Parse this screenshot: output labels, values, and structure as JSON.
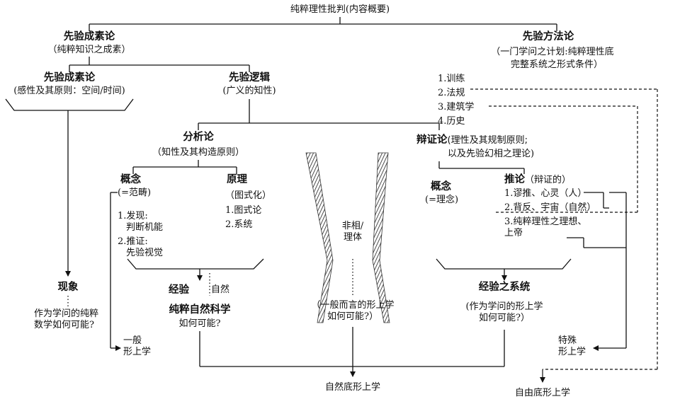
{
  "diagram": {
    "title": "纯粹理性批判(内容概要)",
    "elements": {
      "title": "先验成素论",
      "subtitle": "（纯粹知识之成素）",
      "aesthetic": {
        "title": "先验成素论",
        "subtitle": "(感性及其原则：空间/时间)"
      },
      "logic": {
        "title": "先验逻辑",
        "subtitle": "(广义的知性)"
      },
      "analytic": {
        "title": "分析论",
        "subtitle": "（知性及其构造原则）",
        "concepts": {
          "title": "概念",
          "subtitle": "(=范畴)",
          "items": [
            "1.发现:",
            "判断机能",
            "2.推证:",
            "先验视觉"
          ]
        },
        "principles": {
          "title": "原理",
          "subtitle": "（图式化）",
          "items": [
            "1.图式论",
            "2.系统"
          ]
        }
      },
      "dialectic": {
        "title": "辩证论",
        "subtitle_1": "(理性及其规制原则;",
        "subtitle_2": "以及先验幻相之理论)",
        "concepts": {
          "title": "概念",
          "subtitle": "(=理念)"
        },
        "inferences": {
          "title": "推论",
          "subtitle": "（辩证的）",
          "items": [
            "1.谬推、心灵（人）",
            "2.背反、宇宙（自然）",
            "3.纯粹理性之理想、",
            "上帝"
          ]
        }
      }
    },
    "method": {
      "title": "先验方法论",
      "subtitle_1": "（一门学问之计划:纯粹理性底",
      "subtitle_2": "完整系统之形式条件）",
      "items": [
        "1.训练",
        "2.法规",
        "3.建筑学",
        "4.历史"
      ]
    },
    "center": {
      "label_1": "非相/",
      "label_2": "理体"
    },
    "outcomes": {
      "phenomena": "现象",
      "math_q_1": "作为学问的纯粹",
      "math_q_2": "数学如何可能?",
      "general_1": "一般",
      "general_2": "形上学",
      "experience": "经验",
      "nature": "自然",
      "science_q_1": "纯粹自然科学",
      "science_q_2": "如何可能?",
      "meta_q_1": "（一般而言的形上学",
      "meta_q_2": "如何可能?）",
      "system": "经验之系统",
      "meta_sci_q_1": "(作为学问的形上学",
      "meta_sci_q_2": "如何可能?）",
      "special_1": "特殊",
      "special_2": "形上学",
      "nature_meta": "自然底形上学",
      "freedom_meta": "自由底形上学"
    }
  }
}
